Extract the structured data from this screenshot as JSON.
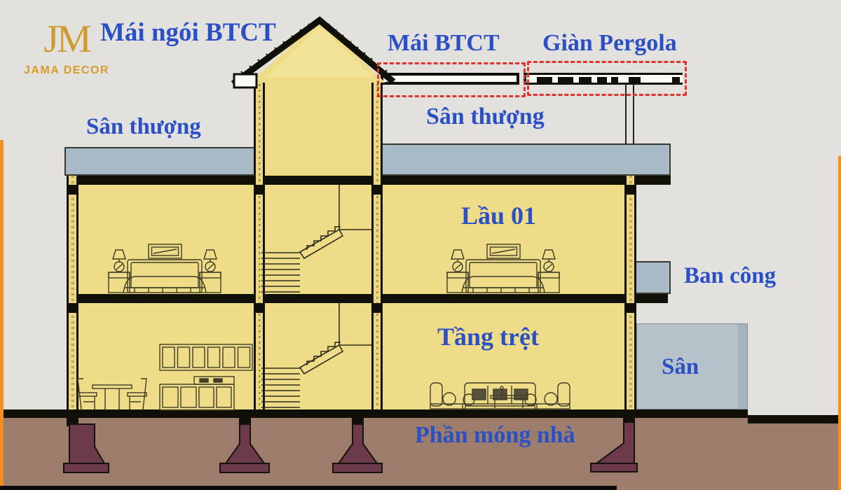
{
  "brand": {
    "monogram": "JM",
    "name": "JAMA DECOR"
  },
  "labels": {
    "roof_tile": "Mái ngói BTCT",
    "roof_flat": "Mái BTCT",
    "pergola": "Giàn Pergola",
    "terrace_left": "Sân thượng",
    "terrace_right": "Sân thượng",
    "floor1": "Lầu 01",
    "balcony": "Ban công",
    "ground_floor": "Tầng trệt",
    "yard": "Sân",
    "foundation": "Phần móng nhà"
  },
  "colors": {
    "label_blue": "#2b50c6",
    "dashed_red": "#df342b",
    "wall_yellow": "#efdc88",
    "slab_blue_gray": "#a9bac7",
    "ground_brown": "#9c7c6b",
    "footing_maroon": "#6d3a4b",
    "brand_gold": "#cf9b31",
    "outline_black": "#111008",
    "background_gray": "#e3e1dd"
  }
}
